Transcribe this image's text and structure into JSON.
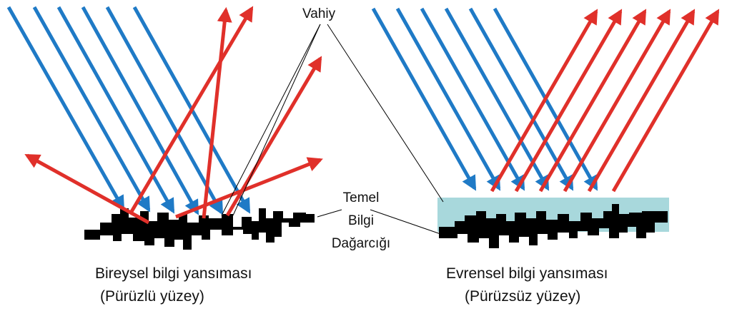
{
  "labels": {
    "revelation": "Vahiy",
    "basic_knowledge_line1": "Temel",
    "basic_knowledge_line2": "Bilgi",
    "basic_knowledge_line3": "Dağarcığı",
    "left_caption_line1": "Bireysel bilgi yansıması",
    "left_caption_line2": "(Pürüzlü yüzey)",
    "right_caption_line1": "Evrensel bilgi yansıması",
    "right_caption_line2": "(Pürüzsüz yüzey)"
  },
  "colors": {
    "incident_ray": "#1f7ac6",
    "reflected_ray": "#e0302a",
    "surface": "#000000",
    "water_layer": "#a8d8dc",
    "pointer_line": "#000000"
  }
}
